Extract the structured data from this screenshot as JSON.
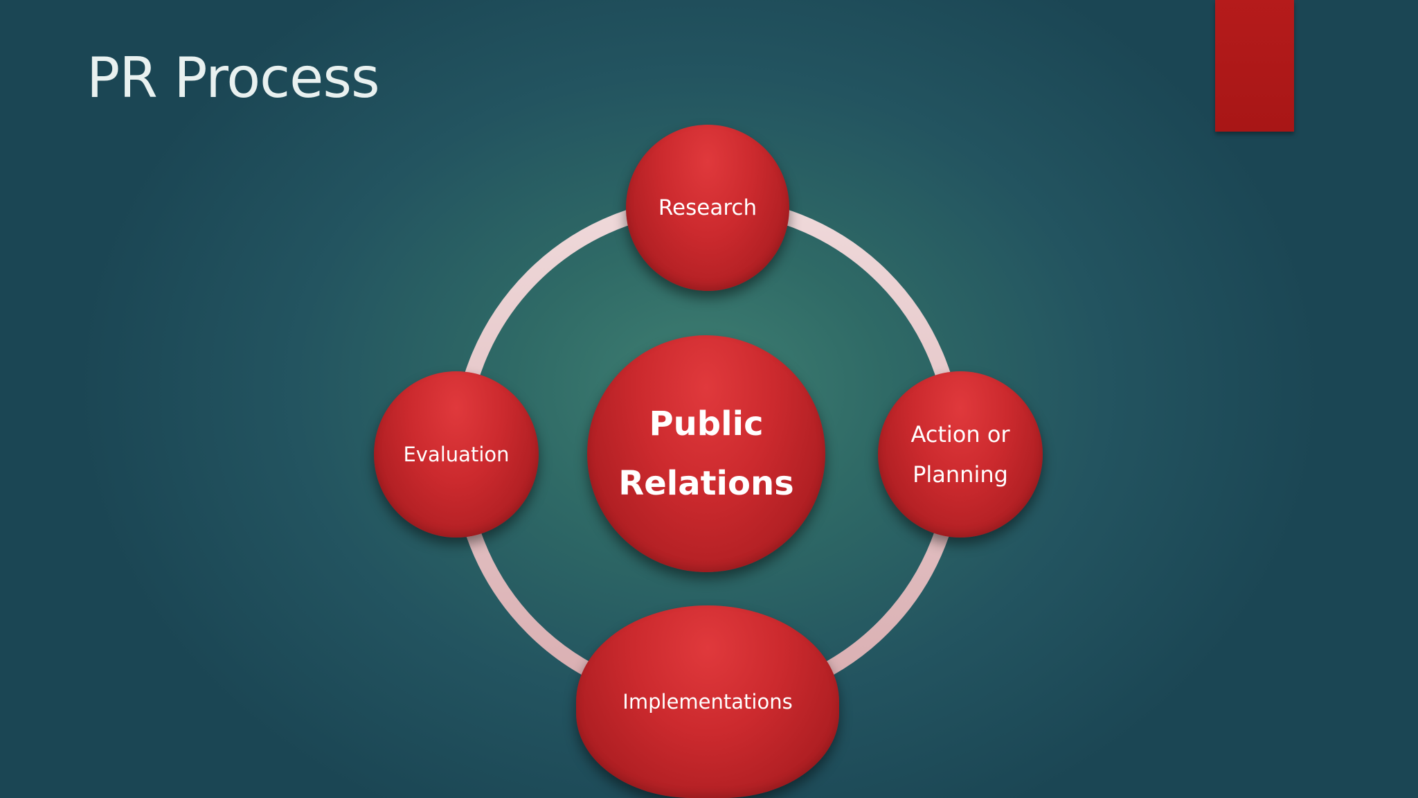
{
  "slide": {
    "title": "PR Process",
    "accent_color": "#b51b1b",
    "ring_color": "#e4c3c5"
  },
  "diagram": {
    "center": {
      "line1": "Public",
      "line2": "Relations"
    },
    "nodes": {
      "research": "Research",
      "action_line1": "Action or",
      "action_line2": "Planning",
      "implementations": "Implementations",
      "evaluation": "Evaluation"
    }
  }
}
